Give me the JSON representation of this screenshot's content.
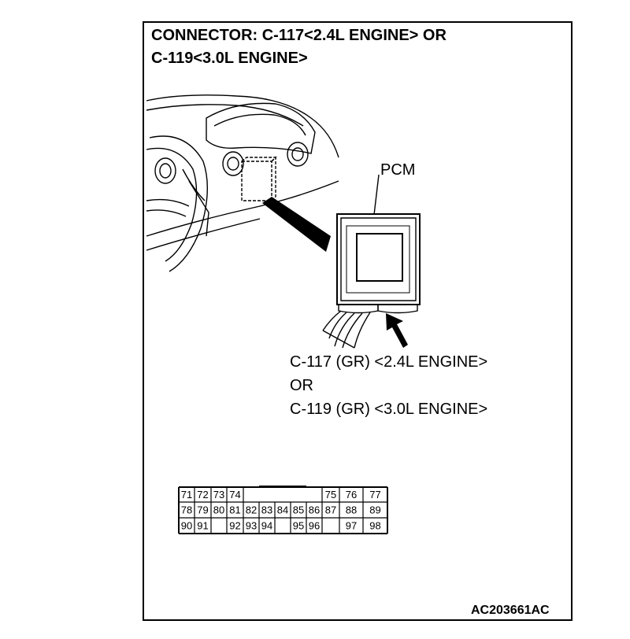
{
  "title": {
    "line1": "CONNECTOR: C-117<2.4L ENGINE> OR",
    "line2": "C-119<3.0L ENGINE>"
  },
  "labels": {
    "pcm": "PCM",
    "connector1": "C-117 (GR) <2.4L ENGINE>",
    "or": "OR",
    "connector2": "C-119 (GR) <3.0L ENGINE>"
  },
  "reference_code": "AC203661AC",
  "connector_pins": {
    "row1": [
      "71",
      "72",
      "73",
      "74",
      "",
      "",
      "",
      "",
      "",
      "75",
      "76",
      "77"
    ],
    "row2": [
      "78",
      "79",
      "80",
      "81",
      "82",
      "83",
      "84",
      "85",
      "86",
      "87",
      "88",
      "89"
    ],
    "row3": [
      "90",
      "91",
      "",
      "92",
      "93",
      "94",
      "",
      "95",
      "96",
      "",
      "97",
      "98"
    ]
  }
}
